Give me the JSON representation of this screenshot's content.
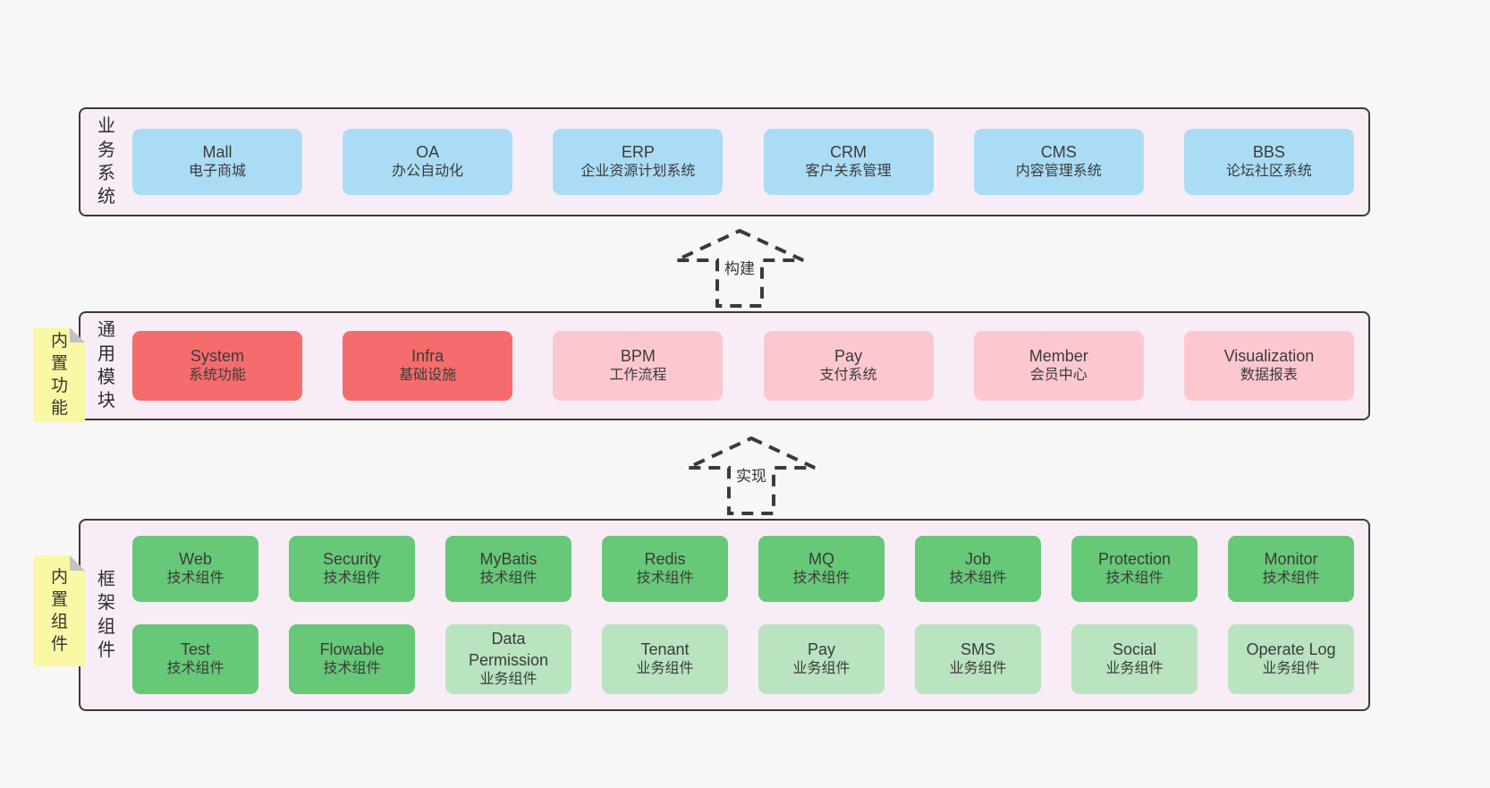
{
  "colors": {
    "page_bg": "#f7f7f7",
    "panel_bg": "#f8edf6",
    "border": "#3a3a3a",
    "blue": "#abdcf5",
    "red": "#f56c6c",
    "pink": "#fdc7cf",
    "green_dark": "#67c878",
    "green_light": "#bae3c0",
    "sticky_yellow": "#faf8a5"
  },
  "sections": {
    "business": {
      "label": "业务系统",
      "boxes": [
        {
          "name": "Mall",
          "desc": "电子商城",
          "variant": "blue"
        },
        {
          "name": "OA",
          "desc": "办公自动化",
          "variant": "blue"
        },
        {
          "name": "ERP",
          "desc": "企业资源计划系统",
          "variant": "blue"
        },
        {
          "name": "CRM",
          "desc": "客户关系管理",
          "variant": "blue"
        },
        {
          "name": "CMS",
          "desc": "内容管理系统",
          "variant": "blue"
        },
        {
          "name": "BBS",
          "desc": "论坛社区系统",
          "variant": "blue"
        }
      ]
    },
    "modules": {
      "label": "通用模块",
      "sticky": "内置功能",
      "boxes": [
        {
          "name": "System",
          "desc": "系统功能",
          "variant": "red"
        },
        {
          "name": "Infra",
          "desc": "基础设施",
          "variant": "red"
        },
        {
          "name": "BPM",
          "desc": "工作流程",
          "variant": "pink"
        },
        {
          "name": "Pay",
          "desc": "支付系统",
          "variant": "pink"
        },
        {
          "name": "Member",
          "desc": "会员中心",
          "variant": "pink"
        },
        {
          "name": "Visualization",
          "desc": "数据报表",
          "variant": "pink"
        }
      ]
    },
    "components": {
      "label": "框架组件",
      "sticky": "内置组件",
      "row1": [
        {
          "name": "Web",
          "desc": "技术组件",
          "variant": "green_dark"
        },
        {
          "name": "Security",
          "desc": "技术组件",
          "variant": "green_dark"
        },
        {
          "name": "MyBatis",
          "desc": "技术组件",
          "variant": "green_dark"
        },
        {
          "name": "Redis",
          "desc": "技术组件",
          "variant": "green_dark"
        },
        {
          "name": "MQ",
          "desc": "技术组件",
          "variant": "green_dark"
        },
        {
          "name": "Job",
          "desc": "技术组件",
          "variant": "green_dark"
        },
        {
          "name": "Protection",
          "desc": "技术组件",
          "variant": "green_dark"
        },
        {
          "name": "Monitor",
          "desc": "技术组件",
          "variant": "green_dark"
        }
      ],
      "row2": [
        {
          "name": "Test",
          "desc": "技术组件",
          "variant": "green_dark"
        },
        {
          "name": "Flowable",
          "desc": "技术组件",
          "variant": "green_dark"
        },
        {
          "name": "Data Permission",
          "desc": "业务组件",
          "variant": "green_light"
        },
        {
          "name": "Tenant",
          "desc": "业务组件",
          "variant": "green_light"
        },
        {
          "name": "Pay",
          "desc": "业务组件",
          "variant": "green_light"
        },
        {
          "name": "SMS",
          "desc": "业务组件",
          "variant": "green_light"
        },
        {
          "name": "Social",
          "desc": "业务组件",
          "variant": "green_light"
        },
        {
          "name": "Operate Log",
          "desc": "业务组件",
          "variant": "green_light"
        }
      ]
    }
  },
  "arrows": [
    {
      "label": "构建"
    },
    {
      "label": "实现"
    }
  ]
}
